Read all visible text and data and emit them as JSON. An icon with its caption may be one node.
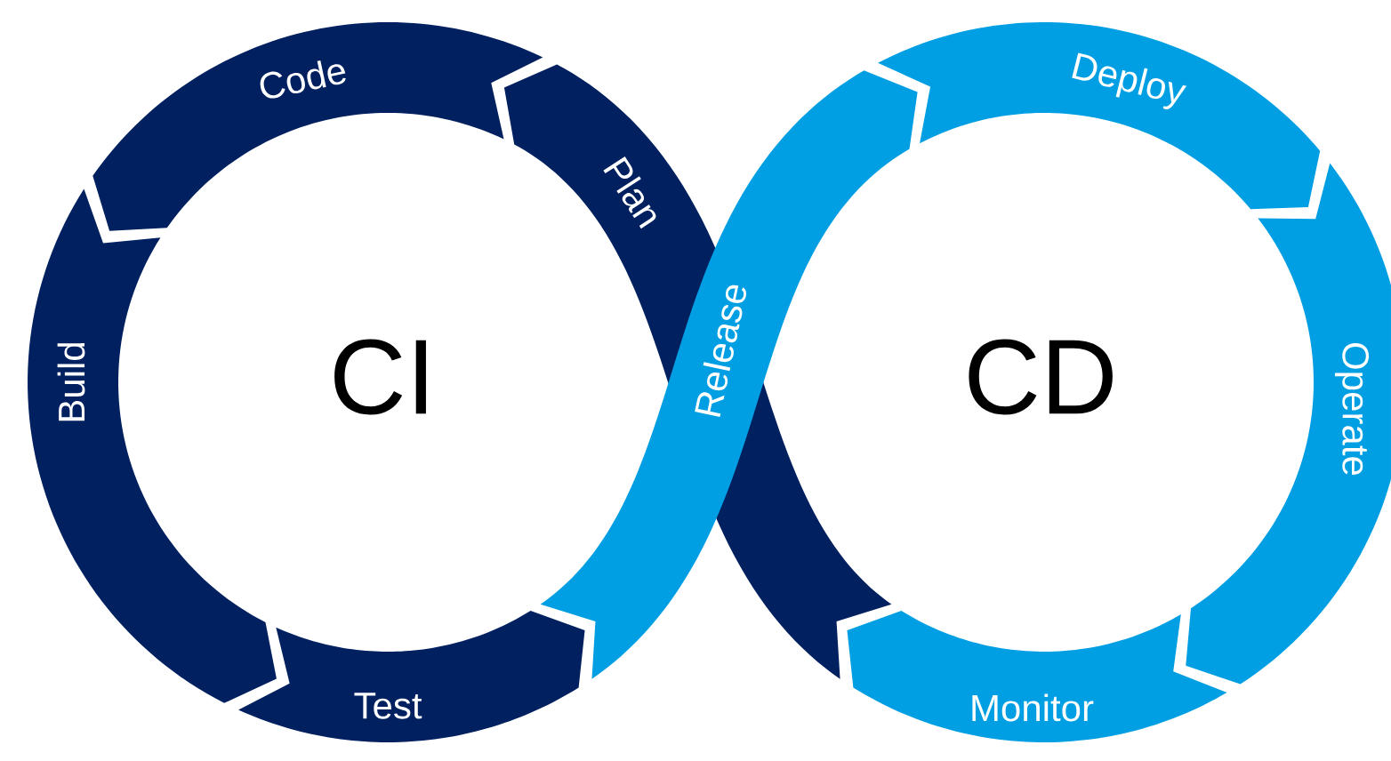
{
  "diagram": {
    "nodes": [
      {
        "text": [
          "Plan"
        ]
      },
      {
        "text": [
          "Code"
        ]
      },
      {
        "text": [
          "Build"
        ]
      },
      {
        "text": [
          "Test"
        ]
      },
      {
        "text": [
          "Release"
        ]
      },
      {
        "text": [
          "Deploy"
        ]
      },
      {
        "text": [
          "Operate"
        ]
      },
      {
        "text": [
          "Monitor"
        ]
      }
    ],
    "labels": [
      "CI",
      "CD"
    ]
  }
}
